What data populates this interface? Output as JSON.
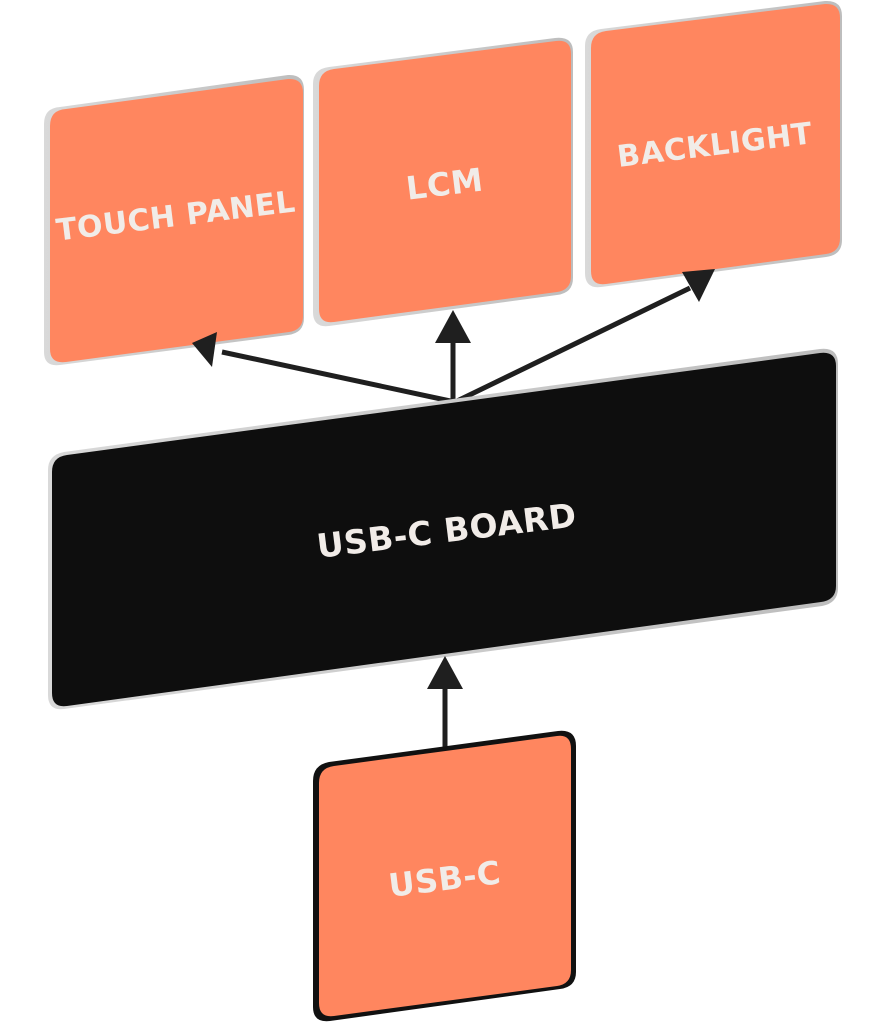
{
  "diagram": {
    "colors": {
      "block_fill": "#FF865F",
      "board_fill": "#0E0E0E",
      "label_text": "#F1ECE8",
      "arrow": "#1F1F1F"
    },
    "blocks": {
      "touch_panel": {
        "label": "TOUCH PANEL"
      },
      "lcm": {
        "label": "LCM"
      },
      "backlight": {
        "label": "BACKLIGHT"
      },
      "usb_c_board": {
        "label": "USB-C BOARD"
      },
      "usb_c": {
        "label": "USB-C"
      }
    }
  }
}
